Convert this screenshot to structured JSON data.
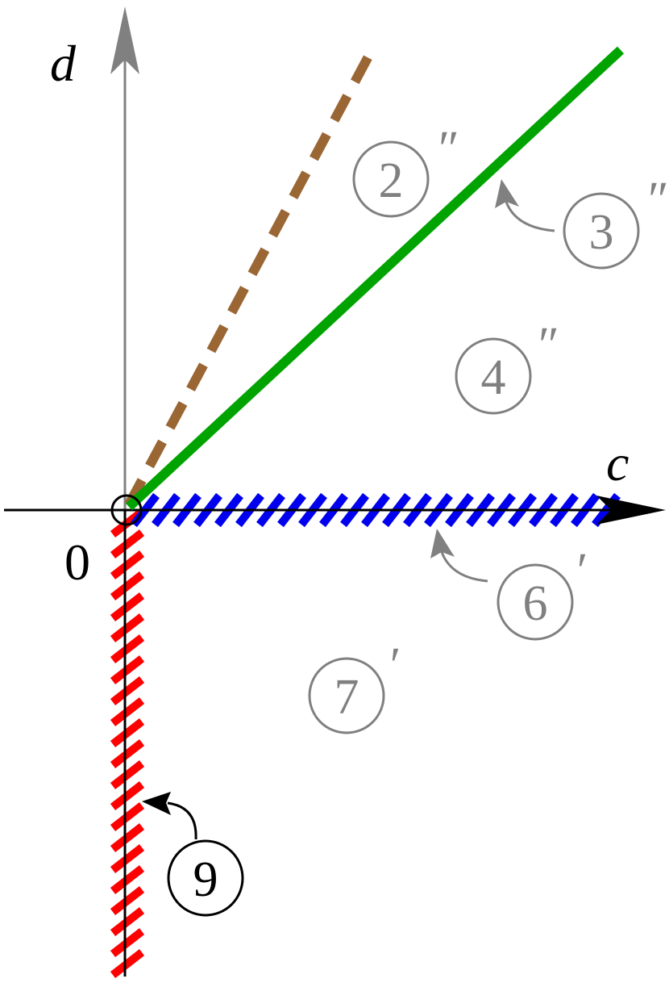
{
  "axes": {
    "x_label": "c",
    "y_label": "d",
    "origin_label": "0"
  },
  "regions": [
    {
      "id": "region-2",
      "number": "2",
      "prime": "″",
      "color": "#808080"
    },
    {
      "id": "region-3",
      "number": "3",
      "prime": "″",
      "color": "#808080"
    },
    {
      "id": "region-4",
      "number": "4",
      "prime": "″",
      "color": "#808080"
    },
    {
      "id": "region-6",
      "number": "6",
      "prime": "′",
      "color": "#808080"
    },
    {
      "id": "region-7",
      "number": "7",
      "prime": "′",
      "color": "#808080"
    },
    {
      "id": "region-9",
      "number": "9",
      "prime": "",
      "color": "#000000"
    }
  ],
  "colors": {
    "dashed_line": "#9a6634",
    "green_line": "#00a300",
    "blue_hatch": "#0000ee",
    "red_hatch": "#ff0000",
    "axis_gray": "#808080",
    "axis_black": "#000000"
  }
}
